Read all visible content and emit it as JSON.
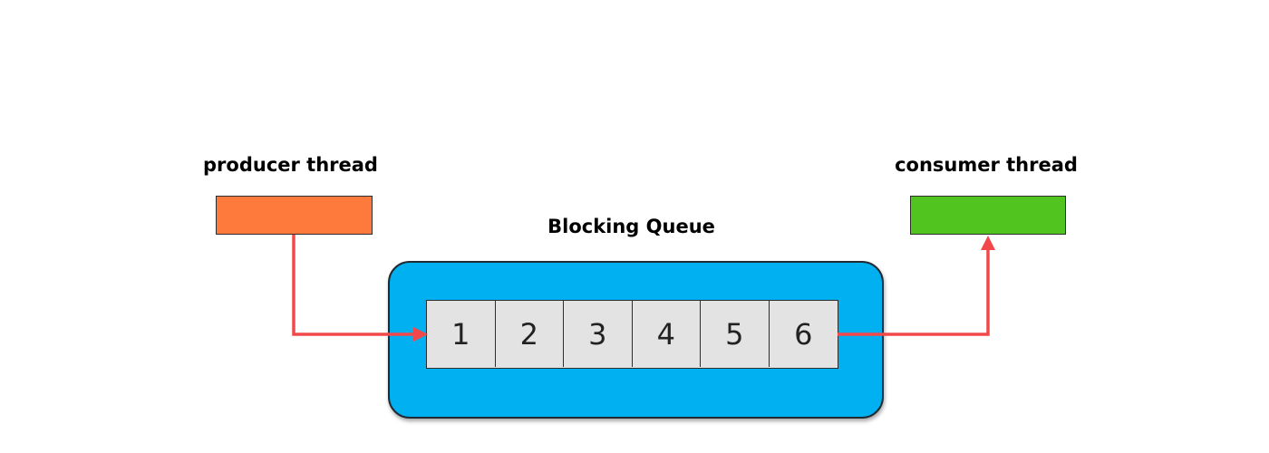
{
  "producer": {
    "label": "producer thread",
    "color": "#fd7a3c"
  },
  "consumer": {
    "label": "consumer thread",
    "color": "#52c41f"
  },
  "queue": {
    "label": "Blocking Queue",
    "color": "#00b0f0",
    "items": [
      "1",
      "2",
      "3",
      "4",
      "5",
      "6"
    ]
  },
  "arrow_color": "#f2484a"
}
